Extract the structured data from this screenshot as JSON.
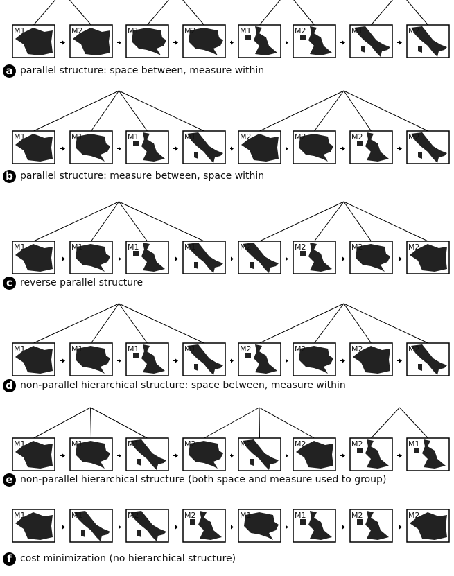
{
  "diagrams": [
    {
      "letter": "a",
      "caption": "parallel structure: space between, measure within",
      "measure_labels": [
        "M1",
        "M2",
        "M1",
        "M2",
        "M1",
        "M2",
        "M1",
        "M2"
      ],
      "map_shapes": [
        "france",
        "france",
        "us",
        "us",
        "uk",
        "uk",
        "italy",
        "italy"
      ],
      "groups": [
        [
          0,
          1
        ],
        [
          2,
          3
        ],
        [
          4,
          5
        ],
        [
          6,
          7
        ]
      ]
    },
    {
      "letter": "b",
      "caption": "parallel structure: measure between, space within",
      "measure_labels": [
        "M1",
        "M1",
        "M1",
        "M1",
        "M2",
        "M2",
        "M2",
        "M2"
      ],
      "map_shapes": [
        "france",
        "us",
        "uk",
        "italy",
        "france",
        "us",
        "uk",
        "italy"
      ],
      "groups": [
        [
          0,
          1,
          2,
          3
        ],
        [
          4,
          5,
          6,
          7
        ]
      ]
    },
    {
      "letter": "c",
      "caption": "reverse parallel structure",
      "measure_labels": [
        "M1",
        "M1",
        "M1",
        "M1",
        "M2",
        "M2",
        "M2",
        "M2"
      ],
      "map_shapes": [
        "france",
        "us",
        "uk",
        "italy",
        "italy",
        "uk",
        "us",
        "france"
      ],
      "groups": [
        [
          0,
          1,
          2,
          3
        ],
        [
          4,
          5,
          6,
          7
        ]
      ]
    },
    {
      "letter": "d",
      "caption": "non-parallel hierarchical structure: space between, measure within",
      "measure_labels": [
        "M1",
        "M1",
        "M1",
        "M1",
        "M2",
        "M2",
        "M2",
        "M2"
      ],
      "map_shapes": [
        "france",
        "us",
        "uk",
        "italy",
        "uk",
        "us",
        "france",
        "italy"
      ],
      "groups": [
        [
          0,
          1,
          2,
          3
        ],
        [
          4,
          5,
          6,
          7
        ]
      ]
    },
    {
      "letter": "e",
      "caption": "non-parallel hierarchical structure (both space and measure used to group)",
      "measure_labels": [
        "M1",
        "M1",
        "M1",
        "M2",
        "M2",
        "M2",
        "M2",
        "M1"
      ],
      "map_shapes": [
        "france",
        "us",
        "italy",
        "us",
        "italy",
        "france",
        "uk",
        "uk"
      ],
      "groups": [
        [
          0,
          1,
          2
        ],
        [
          3,
          4,
          5
        ],
        [
          6,
          7
        ]
      ]
    },
    {
      "letter": "f",
      "caption": "cost minimization (no hierarchical structure)",
      "measure_labels": [
        "M1",
        "M1",
        "M2",
        "M2",
        "M1",
        "M1",
        "M2",
        "M2"
      ],
      "map_shapes": [
        "france",
        "italy",
        "italy",
        "uk",
        "us",
        "uk",
        "uk",
        "france"
      ],
      "groups": []
    }
  ],
  "colors": {
    "map_fill": "#222222",
    "line": "#000000",
    "box_border": "#000000"
  }
}
